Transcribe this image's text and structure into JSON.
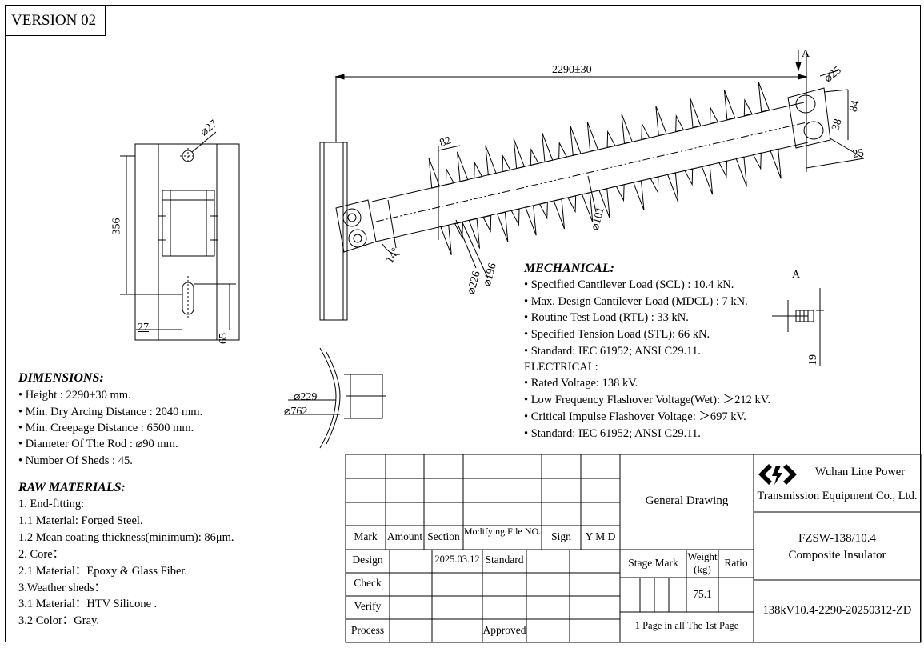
{
  "version_label": "VERSION 02",
  "dimensions": {
    "heading": "DIMENSIONS:",
    "items": [
      "Height : 2290±30 mm.",
      "Min. Dry Arcing Distance : 2040 mm.",
      "Min. Creepage Distance : 6500 mm.",
      "Diameter Of  The Rod : ⌀90 mm.",
      "Number Of Sheds : 45."
    ]
  },
  "raw_materials": {
    "heading": "RAW MATERIALS:",
    "items": [
      "1. End-fitting:",
      "1.1 Material: Forged Steel.",
      "1.2 Mean coating thickness(minimum): 86μm.",
      "2. Core：",
      "2.1 Material：Epoxy & Glass Fiber.",
      "3.Weather sheds：",
      "3.1 Material：HTV Silicone .",
      "3.2 Color：Gray."
    ]
  },
  "mechanical": {
    "heading": "MECHANICAL:",
    "items": [
      "Specified Cantilever Load (SCL) : 10.4 kN.",
      "Max. Design Cantilever Load (MDCL) : 7 kN.",
      "Routine Test Load (RTL) : 33 kN.",
      "Specified Tension Load (STL): 66 kN.",
      "Standard: IEC 61952; ANSI C29.11."
    ]
  },
  "electrical": {
    "heading": "ELECTRICAL:",
    "items": [
      "Rated Voltage: 138 kV.",
      "Low Frequency Flashover Voltage(Wet): ＞212 kV.",
      "Critical Impulse Flashover Voltage: ＞697 kV.",
      "Standard: IEC 61952; ANSI C29.11."
    ]
  },
  "drawing_dims": {
    "length": "2290±30",
    "d27_top": "⌀27",
    "h356": "356",
    "w27": "27",
    "h65": "65",
    "d82": "82",
    "d101": "⌀101",
    "d196": "⌀196",
    "d226": "⌀226",
    "angle14": "14°",
    "d25": "⌀25",
    "r84": "84",
    "r38": "38",
    "r25": "25",
    "view_a": "A",
    "view_a2": "A",
    "d19": "19",
    "d229": "⌀229",
    "d762": "⌀762"
  },
  "title_block": {
    "headers": [
      "Mark",
      "Amount",
      "Section",
      "Modifying File NO.",
      "Sign",
      "Y M D"
    ],
    "rows": [
      {
        "label": "Design",
        "date": "2025.03.12",
        "standard": "Standard"
      },
      {
        "label": "Check"
      },
      {
        "label": "Verify"
      },
      {
        "label": "Process",
        "approved": "Approved"
      }
    ],
    "general_drawing": "General Drawing",
    "stage_mark": "Stage Mark",
    "weight_label": "Weight (kg)",
    "ratio": "Ratio",
    "weight_value": "75.1",
    "pages": "1 Page in all The 1st Page",
    "company_line1": "Wuhan Line Power",
    "company_line2": "Transmission Equipment Co.,  Ltd.",
    "model": "FZSW-138/10.4",
    "product": "Composite Insulator",
    "drawing_no": "138kV10.4-2290-20250312-ZD",
    "logo": "company-logo"
  }
}
